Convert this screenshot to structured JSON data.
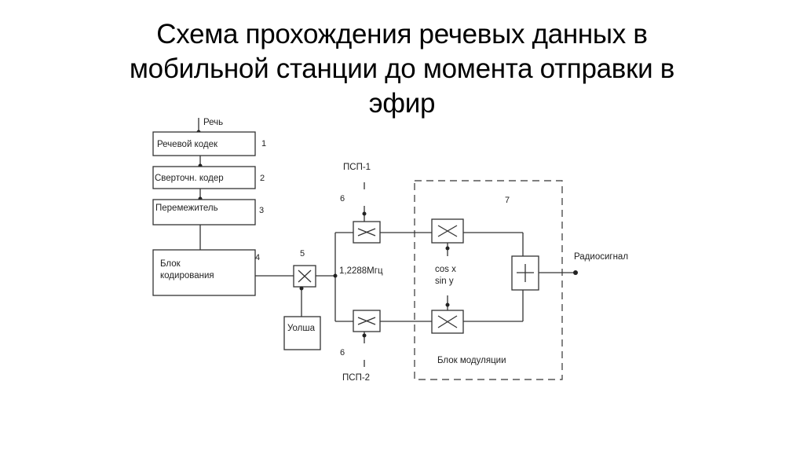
{
  "title": {
    "line1": "Схема прохождения речевых данных в",
    "line2": "мобильной станции до момента отправки в",
    "line3": "эфир"
  },
  "diagram": {
    "speech_input": "Речь",
    "blocks": {
      "speech_codec": "Речевой кодек",
      "conv_coder": "Сверточн. кодер",
      "interleaver": "Перемежитель",
      "coding_line1": "Блок",
      "coding_line2": "кодирования",
      "walsh": "Уолша"
    },
    "numbers": {
      "n1": "1",
      "n2": "2",
      "n3": "3",
      "n4": "4",
      "n5": "5",
      "n6_top": "6",
      "n6_bottom": "6",
      "n7": "7"
    },
    "labels": {
      "psp1": "ПСП-1",
      "psp2": "ПСП-2",
      "rate": "1,2288Мгц",
      "cos": "cos x",
      "sin": "sin  y",
      "radio": "Радиосигнал",
      "modulation": "Блок модуляции"
    }
  }
}
